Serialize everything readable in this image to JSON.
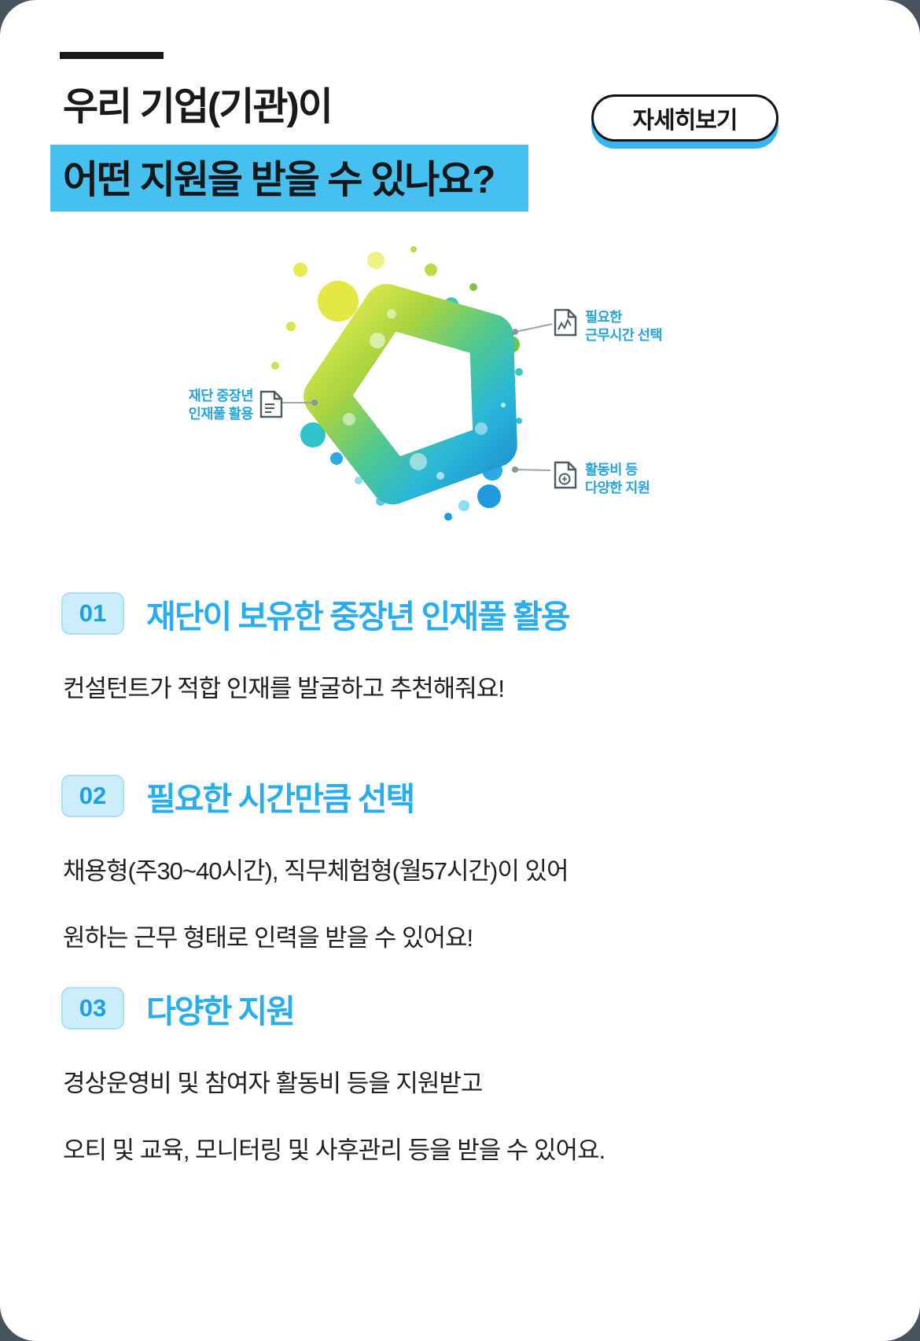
{
  "theme": {
    "accent_blue": "#38b6f1",
    "highlight_bg": "#45c0ef",
    "heading_color": "#17191b",
    "section_title_color": "#27adf0",
    "badge_bg": "#cbedfc",
    "badge_text": "#1c9fe3",
    "body_text_color": "#1d2124",
    "label_blue": "#24a3e4"
  },
  "header": {
    "title_line1": "우리 기업(기관)이",
    "title_line2": "어떤 지원을 받을 수 있나요?",
    "cta_label": "자세히보기"
  },
  "illustration": {
    "labels": [
      {
        "id": "pool",
        "icon": "document-pencil-icon",
        "lines": [
          "재단 중장년",
          "인재풀 활용"
        ]
      },
      {
        "id": "time",
        "icon": "document-chart-icon",
        "lines": [
          "필요한",
          "근무시간 선택"
        ]
      },
      {
        "id": "support",
        "icon": "document-coin-icon",
        "lines": [
          "활동비 등",
          "다양한 지원"
        ]
      }
    ]
  },
  "sections": [
    {
      "number": "01",
      "title": "재단이 보유한 중장년 인재풀 활용",
      "body": [
        "컨설턴트가 적합 인재를 발굴하고 추천해줘요!"
      ]
    },
    {
      "number": "02",
      "title": "필요한 시간만큼 선택",
      "body": [
        "채용형(주30~40시간), 직무체험형(월57시간)이 있어",
        "원하는 근무 형태로 인력을 받을 수 있어요!"
      ]
    },
    {
      "number": "03",
      "title": "다양한 지원",
      "body": [
        "경상운영비 및 참여자 활동비 등을 지원받고",
        "오티 및 교육, 모니터링 및 사후관리 등을 받을 수 있어요."
      ]
    }
  ]
}
